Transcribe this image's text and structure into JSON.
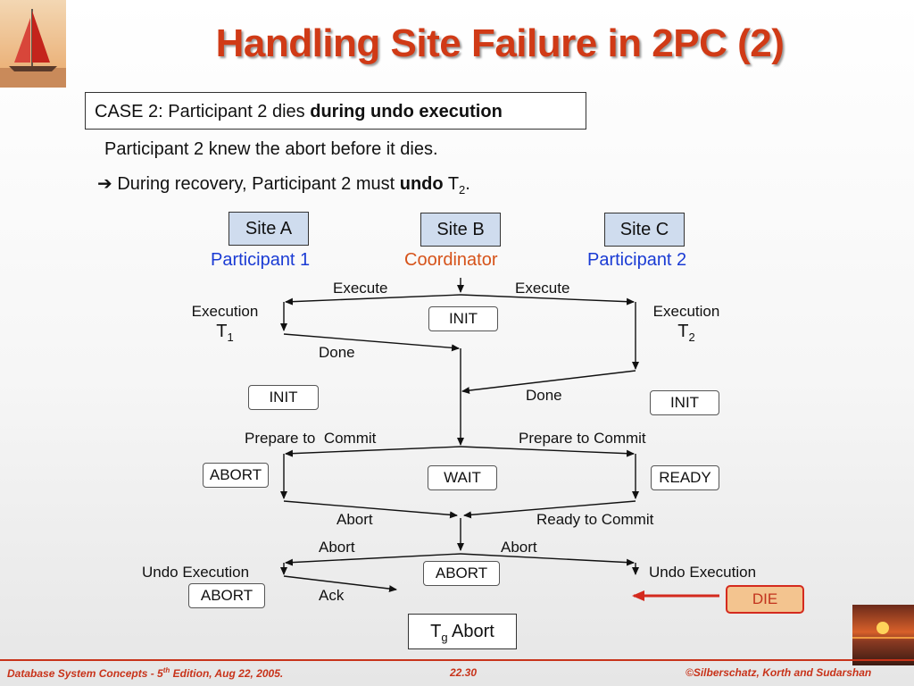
{
  "slide": {
    "title": "Handling Site Failure in 2PC (2)",
    "case_box": {
      "prefix": "CASE 2: Participant 2 dies ",
      "bold": "during undo execution"
    },
    "line1": "Participant 2 knew the abort before it dies.",
    "line2": {
      "arrow": "➔",
      "prefix": " During recovery, Participant 2 must ",
      "bold": "undo",
      "t": " T",
      "sub": "2",
      "end": "."
    }
  },
  "sites": {
    "a": {
      "name": "Site A",
      "role": "Participant 1"
    },
    "b": {
      "name": "Site B",
      "role": "Coordinator"
    },
    "c": {
      "name": "Site C",
      "role": "Participant 2"
    }
  },
  "labels": {
    "execute_left": "Execute",
    "execute_right": "Execute",
    "execution_left": "Execution",
    "execution_right": "Execution",
    "t": "T",
    "sub1": "1",
    "sub2": "2",
    "done_left": "Done",
    "done_right": "Done",
    "prepare_left": "Prepare to  Commit",
    "prepare_right": "Prepare to Commit",
    "abort_left_mid": "Abort",
    "ready_to_commit": "Ready to Commit",
    "abort_left_low": "Abort",
    "abort_right_low": "Abort",
    "undo_left": "Undo Execution",
    "undo_right": "Undo Execution",
    "ack": "Ack",
    "tg_t": "T",
    "tg_sub": "g",
    "tg_rest": " Abort"
  },
  "states": {
    "b_init": "INIT",
    "a_init": "INIT",
    "c_init": "INIT",
    "a_abort": "ABORT",
    "b_wait": "WAIT",
    "c_ready": "READY",
    "b_abort": "ABORT",
    "a_abort2": "ABORT",
    "c_die": "DIE"
  },
  "footer": {
    "left_prefix": "Database System Concepts - 5",
    "left_sup": "th",
    "left_suffix": " Edition, Aug 22,  2005.",
    "center": "22.30",
    "right": "©Silberschatz, Korth and Sudarshan"
  },
  "colors": {
    "title": "#d03a16",
    "participant": "#1a3bd4",
    "coordinator": "#d6531a",
    "footer": "#c8331a",
    "die_border": "#d42a1e"
  }
}
